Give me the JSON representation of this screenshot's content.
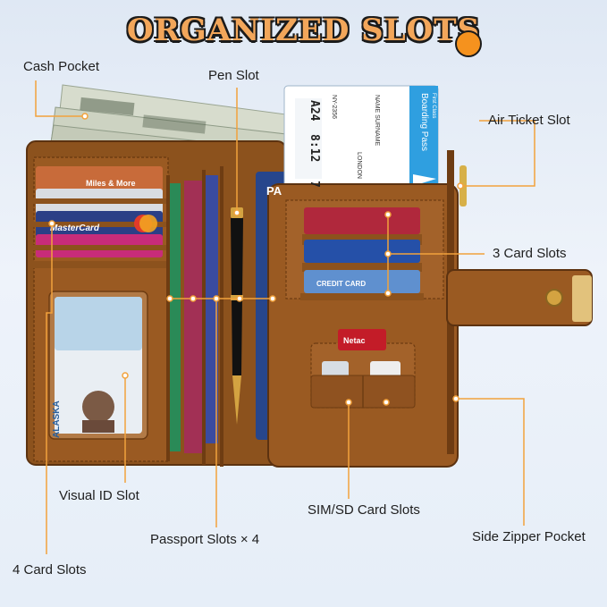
{
  "title": "ORGANIZED SLOTS",
  "labels": {
    "cash_pocket": "Cash Pocket",
    "pen_slot": "Pen Slot",
    "air_ticket_slot": "Air Ticket Slot",
    "three_card_slots": "3 Card Slots",
    "visual_id_slot": "Visual ID Slot",
    "sim_sd_card_slots": "SIM/SD Card Slots",
    "side_zipper_pocket": "Side Zipper Pocket",
    "passport_slots": "Passport Slots × 4",
    "four_card_slots": "4 Card Slots"
  },
  "ticket": {
    "header": "Boarding Pass",
    "subheader": "First Class",
    "gate": "A24",
    "time": "8:12",
    "flight": "NY-2356",
    "name": "NAME SURNAME",
    "dest": "LONDON",
    "seat": "7"
  },
  "cards": {
    "miles": "Miles & More",
    "mastercard": "MasterCard",
    "credit": "CREDIT CARD",
    "sd": "Netac",
    "passport": "PA",
    "id_state": "ALASKA"
  },
  "colors": {
    "leather": "#9a5a22",
    "leather_dark": "#6e3c12",
    "accent": "#f5921e",
    "leader": "#f2a23c"
  }
}
